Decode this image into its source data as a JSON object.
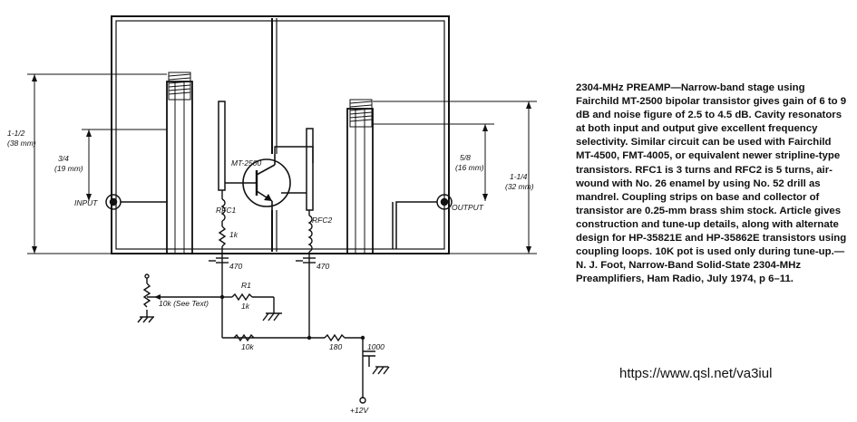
{
  "labels": {
    "dim_left": "1-1/2",
    "dim_left_mm": "(38 mm)",
    "dim_input": "3/4",
    "dim_input_mm": "(19 mm)",
    "dim_output": "5/8",
    "dim_output_mm": "(16 mm)",
    "dim_right": "1-1/4",
    "dim_right_mm": "(32 mm)",
    "input": "INPUT",
    "output": "OUTPUT",
    "transistor": "MT-2500",
    "rfc1": "RFC1",
    "rfc2": "RFC2",
    "rfc1_res": "1k",
    "cap1": "470",
    "cap2": "470",
    "r1": "R1",
    "r1_val": "1k",
    "pot": "10k (See Text)",
    "r10k": "10k",
    "r180": "180",
    "c1000": "1000",
    "supply": "+12V"
  },
  "caption": {
    "text": "2304-MHz PREAMP—Narrow-band stage using Fairchild MT-2500 bipolar transistor gives gain of 6 to 9 dB and noise figure of 2.5 to 4.5 dB. Cavity resonators at both input and output give excellent frequency selectivity. Similar circuit can be used with Fairchild MT-4500, FMT-4005, or equivalent newer stripline-type transistors. RFC1 is 3 turns and RFC2 is 5 turns, air-wound with No. 26 enamel by using No. 52 drill as mandrel. Coupling strips on base and collector of transistor are 0.25-mm brass shim stock. Article gives construction and tune-up details, along with alternate design for HP-35821E and HP-35862E transistors using coupling loops. 10K pot is used only during tune-up.—N. J. Foot, Narrow-Band Solid-State 2304-MHz Preamplifiers, Ham Radio, July 1974, p 6–11."
  },
  "url": "https://www.qsl.net/va3iul"
}
